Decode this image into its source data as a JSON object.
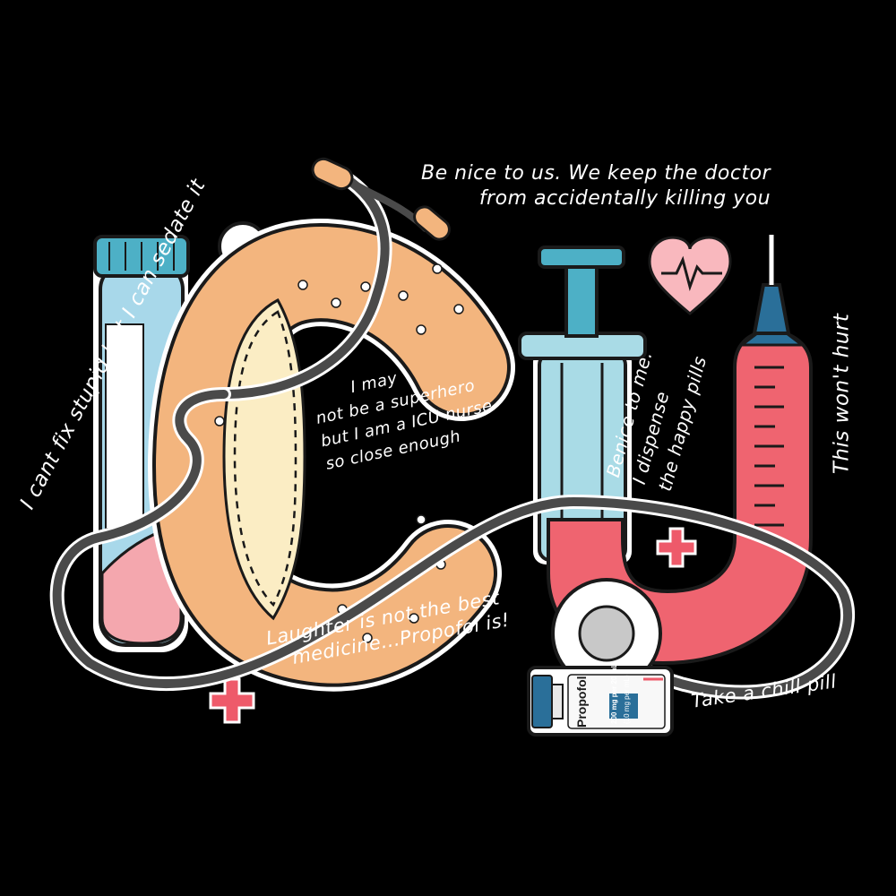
{
  "quotes": {
    "sedate": {
      "line1": "I cant fix stupid but I can sedate it"
    },
    "nice": {
      "line1": "Be nice to us. We keep the doctor",
      "line2": "from accidentally killing you"
    },
    "superhero": {
      "line1": "I may",
      "line2": "not be a superhero",
      "line3": "but I am a ICU nurse",
      "line4": "so close enough"
    },
    "benice": {
      "line1": "Benice to me.",
      "line2": "I dispense",
      "line3": "the happy pills"
    },
    "hurt": {
      "line1": "This won't hurt"
    },
    "laughter": {
      "line1": "Laughter is not the best",
      "line2": "medicine...Propofol is!"
    },
    "chill": {
      "line1": "Take a chill pill"
    }
  },
  "vial": {
    "brand": "Propofol",
    "dose": "200 mg per 20 mL",
    "strength": "(10 mg per mL)"
  },
  "colors": {
    "background": "#000000",
    "tube_blue": "#a8d8ea",
    "tube_cap": "#4db0c6",
    "tube_pink": "#f4a7ae",
    "bandage_tan": "#f3b57e",
    "bandage_pad": "#fbedc4",
    "syringe_blue": "#a9dbe6",
    "u_red": "#ef6470",
    "stethoscope": "#4a4a4a",
    "accent_red": "#ee5a6a",
    "outline": "#1a1a1a",
    "text": "#ffffff"
  },
  "icons": [
    "test-tube-icon",
    "stethoscope-icon",
    "bandage-icon",
    "syringe-icon",
    "u-syringe-icon",
    "pill-icon",
    "heartbeat-icon",
    "plus-icon",
    "tape-roll-icon",
    "vial-icon"
  ]
}
